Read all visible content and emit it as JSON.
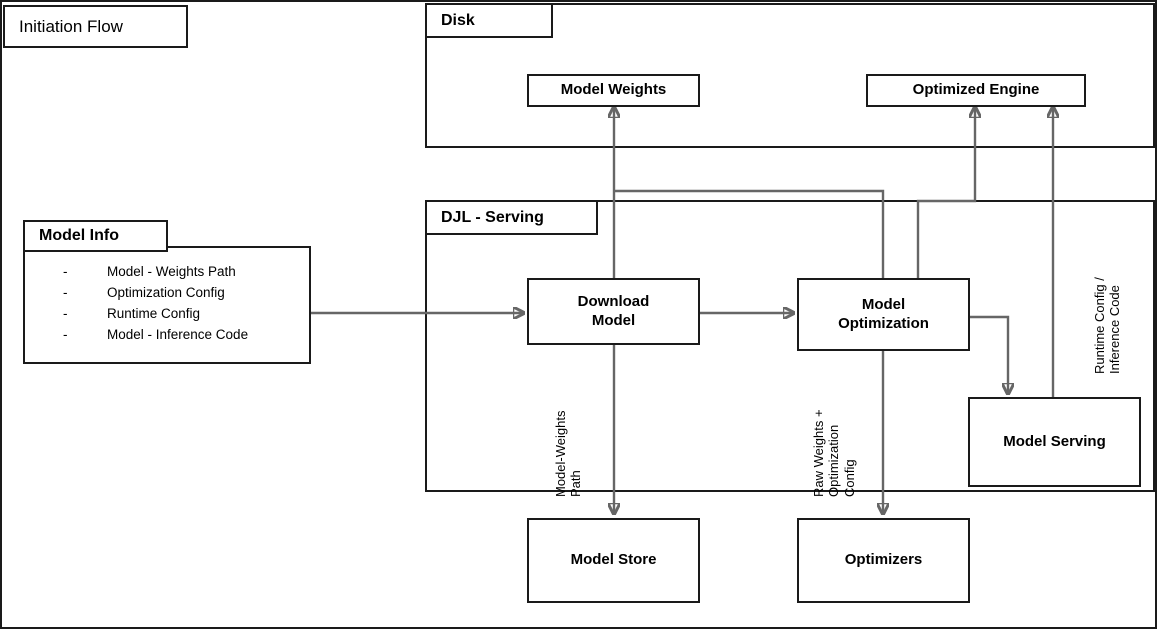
{
  "diagram": {
    "title_label": "Initiation Flow",
    "containers": [
      {
        "id": "disk",
        "label": "Disk"
      },
      {
        "id": "djl-serving",
        "label": "DJL - Serving"
      }
    ],
    "nodes": [
      {
        "id": "model-weights",
        "label": "Model Weights"
      },
      {
        "id": "optimized-engine",
        "label": "Optimized Engine"
      },
      {
        "id": "download-model",
        "label": "Download\nModel",
        "line1": "Download",
        "line2": "Model"
      },
      {
        "id": "model-optimization",
        "label": "Model\nOptimization",
        "line1": "Model",
        "line2": "Optimization"
      },
      {
        "id": "model-serving",
        "label": "Model Serving"
      },
      {
        "id": "model-store",
        "label": "Model Store"
      },
      {
        "id": "optimizers",
        "label": "Optimizers"
      }
    ],
    "model_info": {
      "title": "Model Info",
      "bullet": "-",
      "items": [
        "Model - Weights Path",
        "Optimization Config",
        "Runtime Config",
        "Model - Inference Code"
      ]
    },
    "edge_labels": [
      {
        "id": "model-weights-path",
        "line1": "Model-Weights",
        "line2": "Path"
      },
      {
        "id": "raw-weights-config",
        "line1": "Raw Weights +",
        "line2": "Optimization",
        "line3": "Config"
      },
      {
        "id": "runtime-inference",
        "line1": "Runtime Config /",
        "line2": "Inference Code"
      }
    ],
    "colors": {
      "stroke": "#1a1a1a",
      "wire": "#666666",
      "background": "#ffffff",
      "text": "#000000"
    }
  }
}
